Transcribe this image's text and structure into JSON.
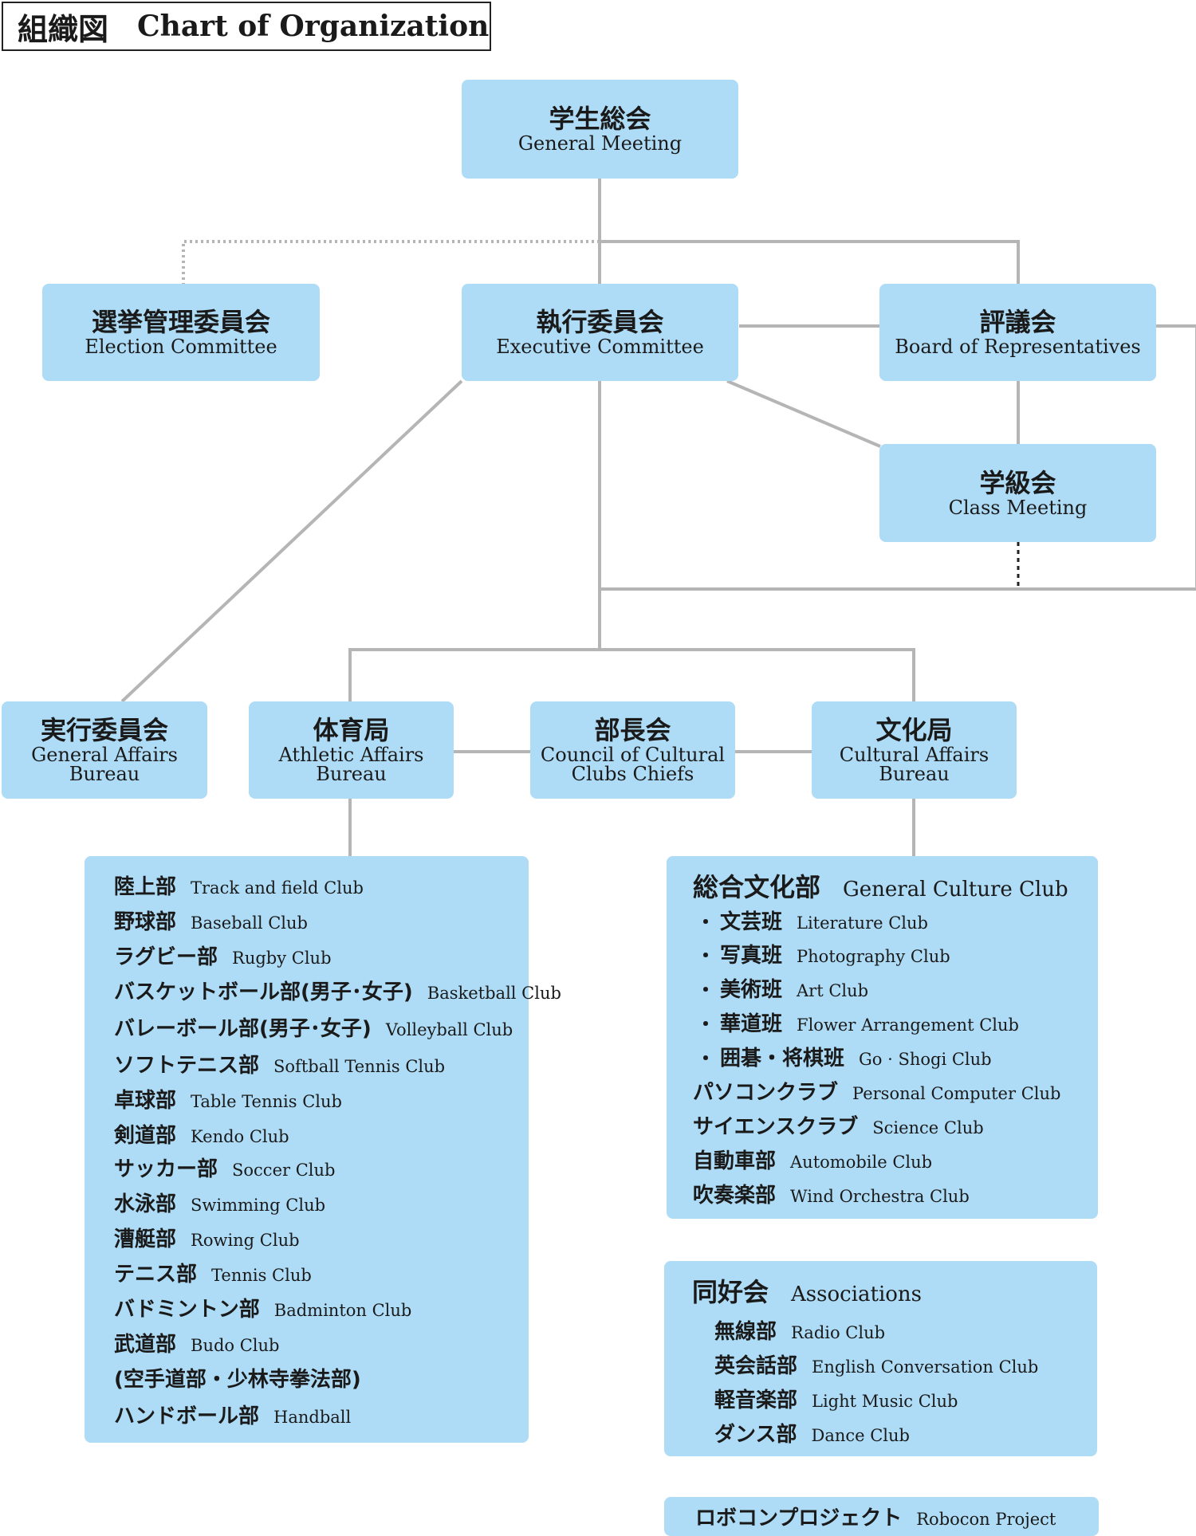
{
  "title": {
    "ja": "組織図",
    "en": "Chart of Organization"
  },
  "nodes": {
    "general_meeting": {
      "ja": "学生総会",
      "en": "General Meeting"
    },
    "election_committee": {
      "ja": "選挙管理委員会",
      "en": "Election Committee"
    },
    "executive_committee": {
      "ja": "執行委員会",
      "en": "Executive Committee"
    },
    "board_of_representatives": {
      "ja": "評議会",
      "en": "Board of Representatives"
    },
    "class_meeting": {
      "ja": "学級会",
      "en": "Class Meeting"
    },
    "general_affairs": {
      "ja": "実行委員会",
      "en": "General Affairs\nBureau"
    },
    "athletic_affairs": {
      "ja": "体育局",
      "en": "Athletic Affairs\nBureau"
    },
    "council_cultural": {
      "ja": "部長会",
      "en": "Council of Cultural\nClubs Chiefs"
    },
    "cultural_affairs": {
      "ja": "文化局",
      "en": "Cultural Affairs\nBureau"
    }
  },
  "athletic_clubs": [
    {
      "ja": "陸上部",
      "en": "Track and field Club"
    },
    {
      "ja": "野球部",
      "en": "Baseball Club"
    },
    {
      "ja": "ラグビー部",
      "en": "Rugby Club"
    },
    {
      "ja": "バスケットボール部(男子･女子)",
      "en": "Basketball Club"
    },
    {
      "ja": "バレーボール部(男子･女子)",
      "en": "Volleyball Club"
    },
    {
      "ja": "ソフトテニス部",
      "en": "Softball Tennis Club"
    },
    {
      "ja": "卓球部",
      "en": "Table Tennis Club"
    },
    {
      "ja": "剣道部",
      "en": "Kendo Club"
    },
    {
      "ja": "サッカー部",
      "en": "Soccer Club"
    },
    {
      "ja": "水泳部",
      "en": "Swimming Club"
    },
    {
      "ja": "漕艇部",
      "en": "Rowing Club"
    },
    {
      "ja": "テニス部",
      "en": "Tennis Club"
    },
    {
      "ja": "バドミントン部",
      "en": "Badminton Club"
    },
    {
      "ja": "武道部",
      "en": "Budo Club"
    },
    {
      "ja": "(空手道部・少林寺拳法部)",
      "en": ""
    },
    {
      "ja": "ハンドボール部",
      "en": "Handball"
    }
  ],
  "cultural_clubs": {
    "header": {
      "ja": "総合文化部",
      "en": "General Culture Club"
    },
    "sub_items": [
      {
        "ja": "文芸班",
        "en": "Literature Club"
      },
      {
        "ja": "写真班",
        "en": "Photography Club"
      },
      {
        "ja": "美術班",
        "en": "Art Club"
      },
      {
        "ja": "華道班",
        "en": "Flower Arrangement Club"
      },
      {
        "ja": "囲碁・将棋班",
        "en": "Go · Shogi Club"
      }
    ],
    "items": [
      {
        "ja": "パソコンクラブ",
        "en": "Personal Computer Club"
      },
      {
        "ja": "サイエンスクラブ",
        "en": "Science Club"
      },
      {
        "ja": "自動車部",
        "en": "Automobile Club"
      },
      {
        "ja": "吹奏楽部",
        "en": "Wind Orchestra Club"
      }
    ]
  },
  "associations": {
    "header": {
      "ja": "同好会",
      "en": "Associations"
    },
    "items": [
      {
        "ja": "無線部",
        "en": "Radio Club"
      },
      {
        "ja": "英会話部",
        "en": "English Conversation Club"
      },
      {
        "ja": "軽音楽部",
        "en": "Light Music Club"
      },
      {
        "ja": "ダンス部",
        "en": "Dance Club"
      }
    ]
  },
  "robocon": {
    "ja": "ロボコンプロジェクト",
    "en": "Robocon Project"
  },
  "colors": {
    "box_fill": "#aedcf6",
    "line": "#b5b5b5",
    "dotted_black": "#222222"
  }
}
